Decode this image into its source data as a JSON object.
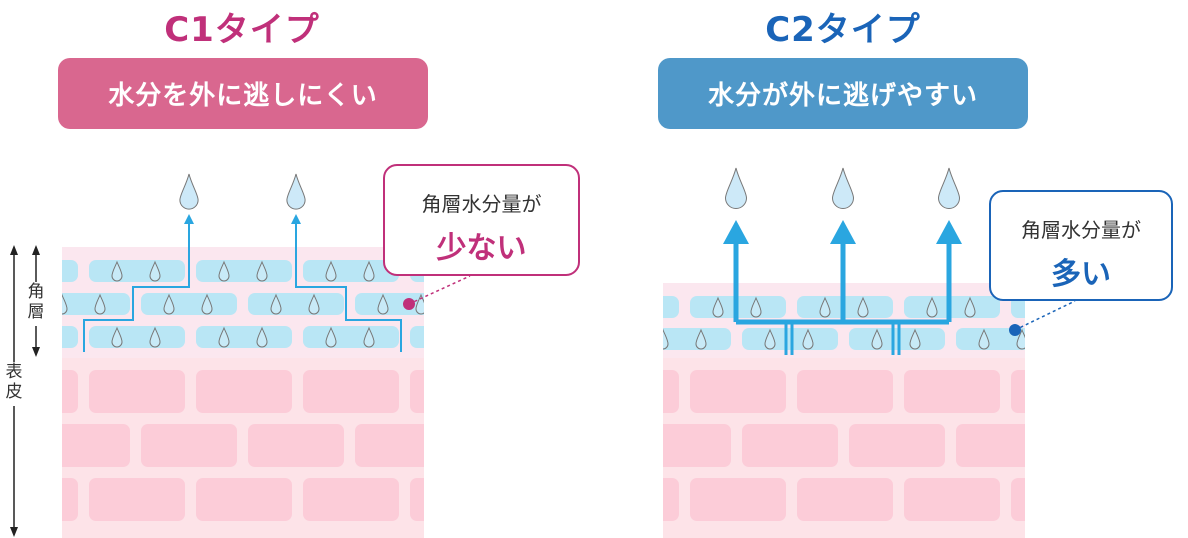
{
  "c1": {
    "title": "C1タイプ",
    "banner": "水分を外に逃しにくい",
    "callout_line1": "角層水分量が",
    "callout_line2": "少ない",
    "accent": "#c0307a",
    "banner_color": "#d9678f"
  },
  "c2": {
    "title": "C2タイプ",
    "banner": "水分が外に逃げやすい",
    "callout_line1": "角層水分量が",
    "callout_line2": "多い",
    "accent": "#1a64b8",
    "banner_color": "#4f98c9"
  },
  "axis": {
    "stratum_corneum": "角層",
    "epidermis": "表皮"
  },
  "colors": {
    "water_cell": "#b9e6f5",
    "skin_cell": "#fcccd8",
    "skin_bg": "#fde3e8",
    "arrow": "#2aa6e0"
  }
}
